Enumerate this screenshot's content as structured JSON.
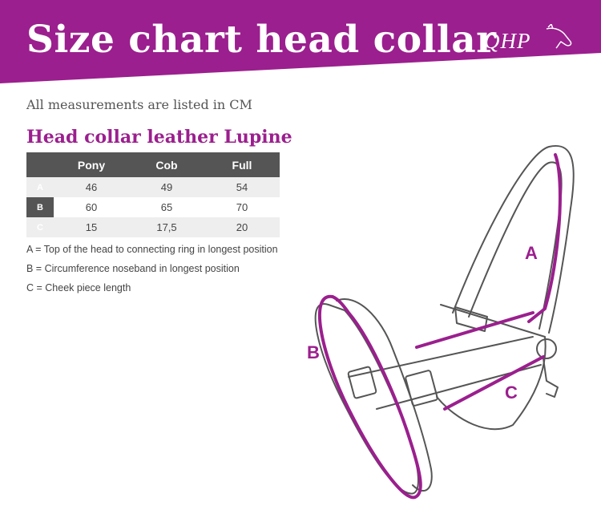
{
  "header": {
    "title": "Size chart head collar",
    "logo_text": "QHP",
    "color": "#9b1f8e"
  },
  "note": "All measurements are listed in CM",
  "product_title": "Head collar leather Lupine",
  "size_table": {
    "columns": [
      "Pony",
      "Cob",
      "Full"
    ],
    "rows": [
      {
        "label": "A",
        "values": [
          "46",
          "49",
          "54"
        ]
      },
      {
        "label": "B",
        "values": [
          "60",
          "65",
          "70"
        ]
      },
      {
        "label": "C",
        "values": [
          "15",
          "17,5",
          "20"
        ]
      }
    ]
  },
  "legend": [
    "A = Top of the head to connecting ring in longest position",
    "B = Circumference noseband in longest position",
    "C = Cheek piece length"
  ],
  "diagram": {
    "labels": {
      "a": "A",
      "b": "B",
      "c": "C"
    },
    "accent_color": "#9b1f8e",
    "line_color": "#555555"
  }
}
